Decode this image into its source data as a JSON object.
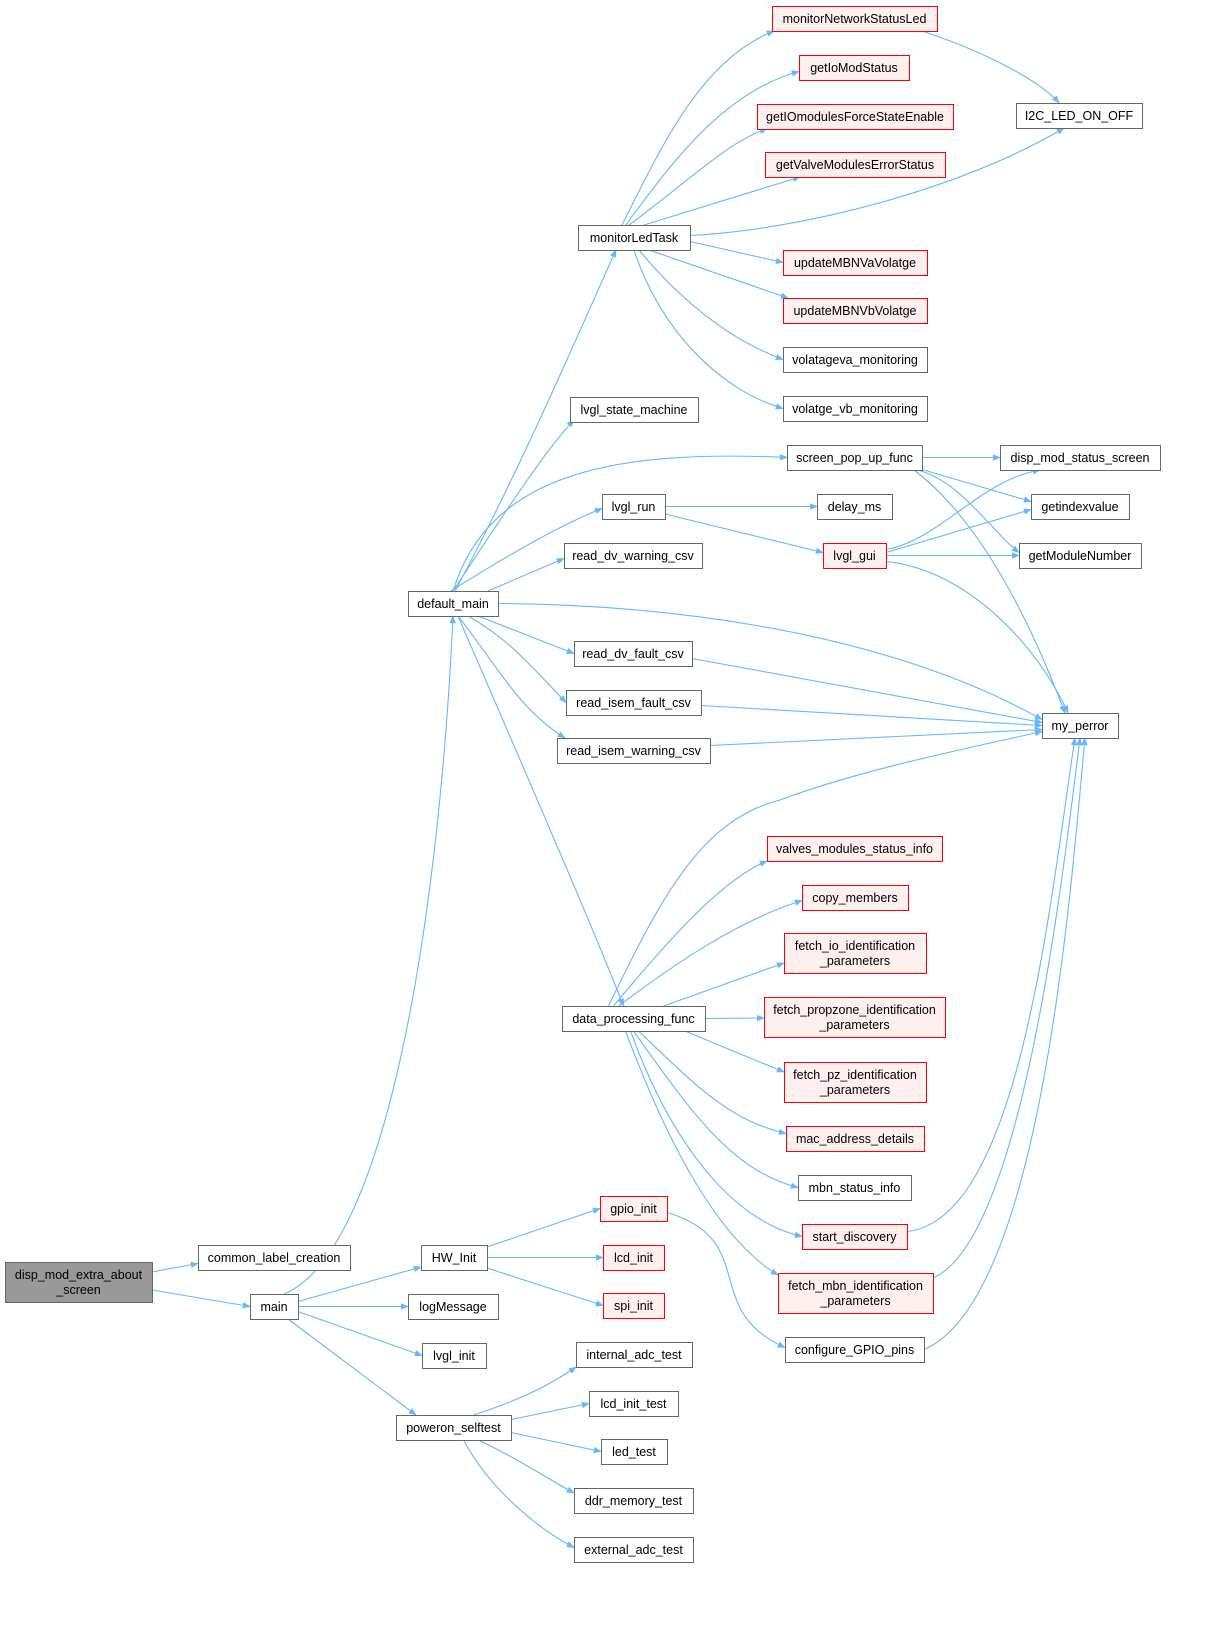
{
  "colors": {
    "edge": "#63b8ff",
    "normal_fill": "#ffffff",
    "normal_border": "#666666",
    "truncated_fill": "#fff0f0",
    "truncated_border": "#ff0000",
    "root_fill": "#999999",
    "root_border": "#666666"
  },
  "graph": {
    "nodes": [
      {
        "id": "root",
        "lines": [
          "disp_mod_extra_about",
          "_screen"
        ],
        "kind": "root"
      },
      {
        "id": "common_label_creation",
        "lines": [
          "common_label_creation"
        ],
        "kind": "normal"
      },
      {
        "id": "main",
        "lines": [
          "main"
        ],
        "kind": "normal"
      },
      {
        "id": "default_main",
        "lines": [
          "default_main"
        ],
        "kind": "normal"
      },
      {
        "id": "HW_Init",
        "lines": [
          "HW_Init"
        ],
        "kind": "normal"
      },
      {
        "id": "logMessage",
        "lines": [
          "logMessage"
        ],
        "kind": "normal"
      },
      {
        "id": "lvgl_init",
        "lines": [
          "lvgl_init"
        ],
        "kind": "normal"
      },
      {
        "id": "poweron_selftest",
        "lines": [
          "poweron_selftest"
        ],
        "kind": "normal"
      },
      {
        "id": "monitorLedTask",
        "lines": [
          "monitorLedTask"
        ],
        "kind": "normal"
      },
      {
        "id": "lvgl_state_machine",
        "lines": [
          "lvgl_state_machine"
        ],
        "kind": "normal"
      },
      {
        "id": "lvgl_run",
        "lines": [
          "lvgl_run"
        ],
        "kind": "normal"
      },
      {
        "id": "read_dv_warning_csv",
        "lines": [
          "read_dv_warning_csv"
        ],
        "kind": "normal"
      },
      {
        "id": "read_dv_fault_csv",
        "lines": [
          "read_dv_fault_csv"
        ],
        "kind": "normal"
      },
      {
        "id": "read_isem_fault_csv",
        "lines": [
          "read_isem_fault_csv"
        ],
        "kind": "normal"
      },
      {
        "id": "read_isem_warning_csv",
        "lines": [
          "read_isem_warning_csv"
        ],
        "kind": "normal"
      },
      {
        "id": "data_processing_func",
        "lines": [
          "data_processing_func"
        ],
        "kind": "normal"
      },
      {
        "id": "internal_adc_test",
        "lines": [
          "internal_adc_test"
        ],
        "kind": "normal"
      },
      {
        "id": "lcd_init_test",
        "lines": [
          "lcd_init_test"
        ],
        "kind": "normal"
      },
      {
        "id": "led_test",
        "lines": [
          "led_test"
        ],
        "kind": "normal"
      },
      {
        "id": "ddr_memory_test",
        "lines": [
          "ddr_memory_test"
        ],
        "kind": "normal"
      },
      {
        "id": "external_adc_test",
        "lines": [
          "external_adc_test"
        ],
        "kind": "normal"
      },
      {
        "id": "monitorNetworkStatusLed",
        "lines": [
          "monitorNetworkStatusLed"
        ],
        "kind": "truncated"
      },
      {
        "id": "getIoModStatus",
        "lines": [
          "getIoModStatus"
        ],
        "kind": "truncated"
      },
      {
        "id": "getIOmodulesForceStateEnable",
        "lines": [
          "getIOmodulesForceStateEnable"
        ],
        "kind": "truncated"
      },
      {
        "id": "getValveModulesErrorStatus",
        "lines": [
          "getValveModulesErrorStatus"
        ],
        "kind": "truncated"
      },
      {
        "id": "updateMBNVaVolatge",
        "lines": [
          "updateMBNVaVolatge"
        ],
        "kind": "truncated"
      },
      {
        "id": "updateMBNVbVolatge",
        "lines": [
          "updateMBNVbVolatge"
        ],
        "kind": "truncated"
      },
      {
        "id": "volatageva_monitoring",
        "lines": [
          "volatageva_monitoring"
        ],
        "kind": "normal"
      },
      {
        "id": "volatge_vb_monitoring",
        "lines": [
          "volatge_vb_monitoring"
        ],
        "kind": "normal"
      },
      {
        "id": "screen_pop_up_func",
        "lines": [
          "screen_pop_up_func"
        ],
        "kind": "normal"
      },
      {
        "id": "delay_ms",
        "lines": [
          "delay_ms"
        ],
        "kind": "normal"
      },
      {
        "id": "lvgl_gui",
        "lines": [
          "lvgl_gui"
        ],
        "kind": "truncated"
      },
      {
        "id": "valves_modules_status_info",
        "lines": [
          "valves_modules_status_info"
        ],
        "kind": "truncated"
      },
      {
        "id": "copy_members",
        "lines": [
          "copy_members"
        ],
        "kind": "truncated"
      },
      {
        "id": "fetch_io_identification_parameters",
        "lines": [
          "fetch_io_identification",
          "_parameters"
        ],
        "kind": "truncated"
      },
      {
        "id": "fetch_propzone_identification_parameters",
        "lines": [
          "fetch_propzone_identification",
          "_parameters"
        ],
        "kind": "truncated"
      },
      {
        "id": "fetch_pz_identification_parameters",
        "lines": [
          "fetch_pz_identification",
          "_parameters"
        ],
        "kind": "truncated"
      },
      {
        "id": "mac_address_details",
        "lines": [
          "mac_address_details"
        ],
        "kind": "truncated"
      },
      {
        "id": "mbn_status_info",
        "lines": [
          "mbn_status_info"
        ],
        "kind": "normal"
      },
      {
        "id": "start_discovery",
        "lines": [
          "start_discovery"
        ],
        "kind": "truncated"
      },
      {
        "id": "fetch_mbn_identification_parameters",
        "lines": [
          "fetch_mbn_identification",
          "_parameters"
        ],
        "kind": "truncated"
      },
      {
        "id": "gpio_init",
        "lines": [
          "gpio_init"
        ],
        "kind": "truncated"
      },
      {
        "id": "lcd_init",
        "lines": [
          "lcd_init"
        ],
        "kind": "truncated"
      },
      {
        "id": "spi_init",
        "lines": [
          "spi_init"
        ],
        "kind": "truncated"
      },
      {
        "id": "configure_GPIO_pins",
        "lines": [
          "configure_GPIO_pins"
        ],
        "kind": "normal"
      },
      {
        "id": "I2C_LED_ON_OFF",
        "lines": [
          "I2C_LED_ON_OFF"
        ],
        "kind": "normal"
      },
      {
        "id": "disp_mod_status_screen",
        "lines": [
          "disp_mod_status_screen"
        ],
        "kind": "normal"
      },
      {
        "id": "getindexvalue",
        "lines": [
          "getindexvalue"
        ],
        "kind": "normal"
      },
      {
        "id": "getModuleNumber",
        "lines": [
          "getModuleNumber"
        ],
        "kind": "normal"
      },
      {
        "id": "my_perror",
        "lines": [
          "my_perror"
        ],
        "kind": "normal"
      }
    ],
    "edges": [
      [
        "root",
        "common_label_creation"
      ],
      [
        "root",
        "main"
      ],
      [
        "main",
        "default_main"
      ],
      [
        "main",
        "HW_Init"
      ],
      [
        "main",
        "logMessage"
      ],
      [
        "main",
        "lvgl_init"
      ],
      [
        "main",
        "poweron_selftest"
      ],
      [
        "default_main",
        "monitorLedTask"
      ],
      [
        "default_main",
        "lvgl_state_machine"
      ],
      [
        "default_main",
        "screen_pop_up_func"
      ],
      [
        "default_main",
        "lvgl_run"
      ],
      [
        "default_main",
        "read_dv_warning_csv"
      ],
      [
        "default_main",
        "my_perror"
      ],
      [
        "default_main",
        "read_dv_fault_csv"
      ],
      [
        "default_main",
        "read_isem_fault_csv"
      ],
      [
        "default_main",
        "read_isem_warning_csv"
      ],
      [
        "default_main",
        "data_processing_func"
      ],
      [
        "monitorLedTask",
        "monitorNetworkStatusLed"
      ],
      [
        "monitorLedTask",
        "getIoModStatus"
      ],
      [
        "monitorLedTask",
        "getIOmodulesForceStateEnable"
      ],
      [
        "monitorLedTask",
        "getValveModulesErrorStatus"
      ],
      [
        "monitorLedTask",
        "I2C_LED_ON_OFF"
      ],
      [
        "monitorLedTask",
        "updateMBNVaVolatge"
      ],
      [
        "monitorLedTask",
        "updateMBNVbVolatge"
      ],
      [
        "monitorLedTask",
        "volatageva_monitoring"
      ],
      [
        "monitorLedTask",
        "volatge_vb_monitoring"
      ],
      [
        "monitorNetworkStatusLed",
        "I2C_LED_ON_OFF"
      ],
      [
        "screen_pop_up_func",
        "disp_mod_status_screen"
      ],
      [
        "screen_pop_up_func",
        "getindexvalue"
      ],
      [
        "screen_pop_up_func",
        "getModuleNumber"
      ],
      [
        "screen_pop_up_func",
        "my_perror"
      ],
      [
        "lvgl_run",
        "delay_ms"
      ],
      [
        "lvgl_run",
        "lvgl_gui"
      ],
      [
        "lvgl_gui",
        "disp_mod_status_screen"
      ],
      [
        "lvgl_gui",
        "getindexvalue"
      ],
      [
        "lvgl_gui",
        "getModuleNumber"
      ],
      [
        "lvgl_gui",
        "my_perror"
      ],
      [
        "read_dv_fault_csv",
        "my_perror"
      ],
      [
        "read_isem_fault_csv",
        "my_perror"
      ],
      [
        "read_isem_warning_csv",
        "my_perror"
      ],
      [
        "data_processing_func",
        "my_perror"
      ],
      [
        "data_processing_func",
        "valves_modules_status_info"
      ],
      [
        "data_processing_func",
        "copy_members"
      ],
      [
        "data_processing_func",
        "fetch_io_identification_parameters"
      ],
      [
        "data_processing_func",
        "fetch_propzone_identification_parameters"
      ],
      [
        "data_processing_func",
        "fetch_pz_identification_parameters"
      ],
      [
        "data_processing_func",
        "mac_address_details"
      ],
      [
        "data_processing_func",
        "mbn_status_info"
      ],
      [
        "data_processing_func",
        "start_discovery"
      ],
      [
        "data_processing_func",
        "fetch_mbn_identification_parameters"
      ],
      [
        "start_discovery",
        "my_perror"
      ],
      [
        "fetch_mbn_identification_parameters",
        "my_perror"
      ],
      [
        "HW_Init",
        "gpio_init"
      ],
      [
        "HW_Init",
        "lcd_init"
      ],
      [
        "HW_Init",
        "spi_init"
      ],
      [
        "gpio_init",
        "configure_GPIO_pins"
      ],
      [
        "configure_GPIO_pins",
        "my_perror"
      ],
      [
        "poweron_selftest",
        "internal_adc_test"
      ],
      [
        "poweron_selftest",
        "lcd_init_test"
      ],
      [
        "poweron_selftest",
        "led_test"
      ],
      [
        "poweron_selftest",
        "ddr_memory_test"
      ],
      [
        "poweron_selftest",
        "external_adc_test"
      ]
    ]
  }
}
